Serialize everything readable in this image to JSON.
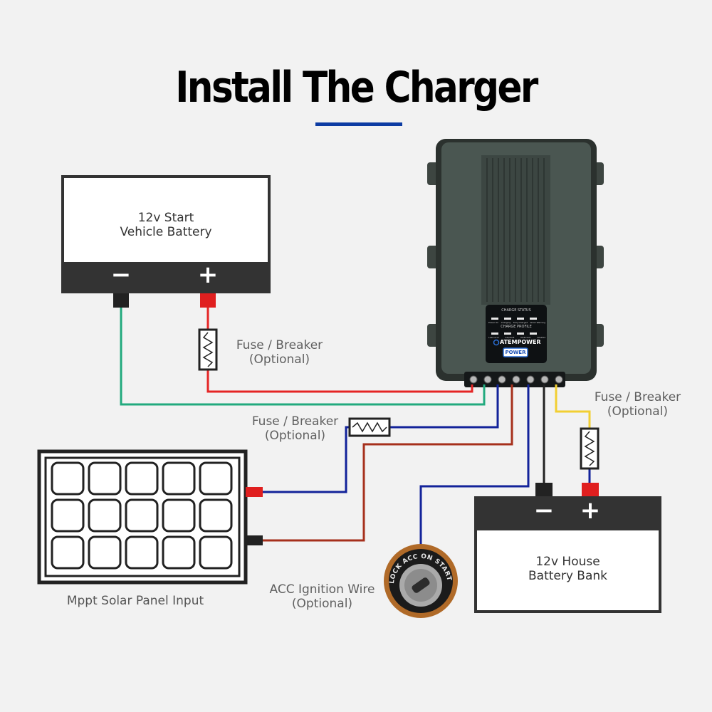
{
  "title": "Install The Charger",
  "start_battery": {
    "line1": "12v Start",
    "line2": "Vehicle Battery",
    "neg": "−",
    "pos": "+"
  },
  "house_battery": {
    "line1": "12v House",
    "line2": "Battery Bank",
    "neg": "−",
    "pos": "+"
  },
  "solar": {
    "label": "Mppt Solar Panel Input"
  },
  "fuse_left": {
    "line1": "Fuse / Breaker",
    "line2": "(Optional)"
  },
  "fuse_mid": {
    "line1": "Fuse / Breaker",
    "line2": "(Optional)"
  },
  "fuse_right": {
    "line1": "Fuse / Breaker",
    "line2": "(Optional)"
  },
  "acc": {
    "line1": "ACC Ignition Wire",
    "line2": "(Optional)",
    "switch_text": "LOCK ACC ON START"
  },
  "charger": {
    "brand": "ATEMPOWER",
    "power_button": "POWER",
    "charge_status": "CHARGE STATUS",
    "charge_profile": "CHARGE PROFILE",
    "status_leds": [
      "Power On",
      "Charging",
      "Fully Charged",
      "Short Warning"
    ],
    "profile_leds": [
      "Lead-acid",
      "Gel/AGM",
      "Multi-Volt",
      "LiFePO4"
    ]
  },
  "colors": {
    "background": "#f2f2f2",
    "underline": "#0d3ca3",
    "wire_green": "#22aa7e",
    "wire_red": "#e52525",
    "wire_blue": "#13239a",
    "wire_brown": "#a6301c",
    "wire_black": "#222222",
    "wire_yellow": "#f2cf32"
  }
}
